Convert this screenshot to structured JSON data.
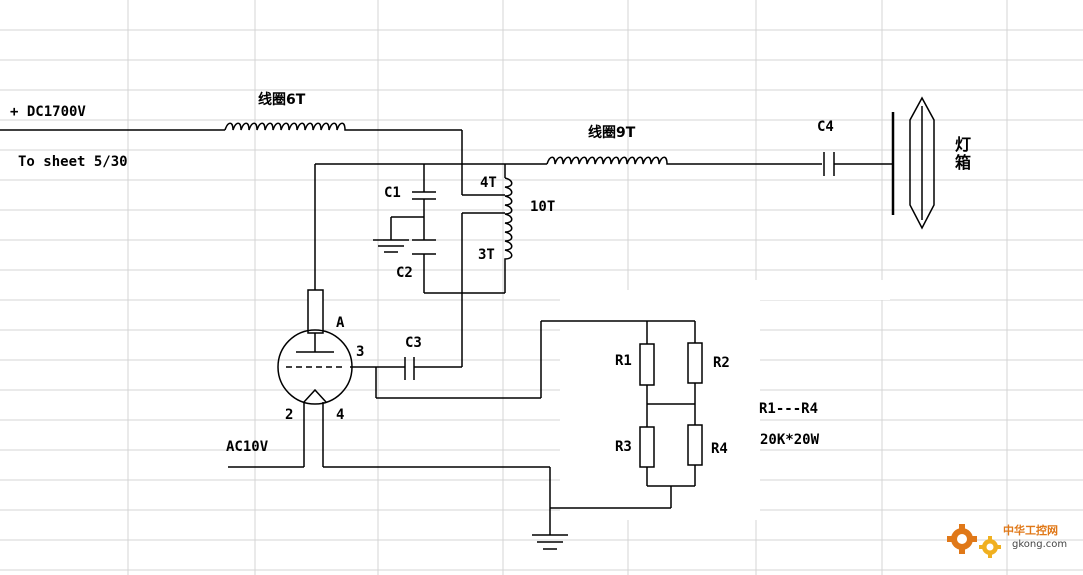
{
  "labels": {
    "supply": "+ DC1700V",
    "to_sheet": "To  sheet   5/30",
    "coil_6t": "线圈6T",
    "coil_9t": "线圈9T",
    "c4": "C4",
    "lamp_box_1": "灯",
    "lamp_box_2": "箱",
    "c1": "C1",
    "c2": "C2",
    "c3": "C3",
    "t4": "4T",
    "t10": "10T",
    "t3": "3T",
    "anode": "A",
    "pin3": "3",
    "pin2": "2",
    "pin4": "4",
    "ac10v": "AC10V",
    "r1": "R1",
    "r2": "R2",
    "r3": "R3",
    "r4": "R4",
    "r_range": "R1---R4",
    "r_spec": "20K*20W"
  },
  "watermark": {
    "site_name": "中华工控网",
    "url": "gkong.com",
    "accent_color": "#e07818",
    "secondary_color": "#f0b020"
  }
}
